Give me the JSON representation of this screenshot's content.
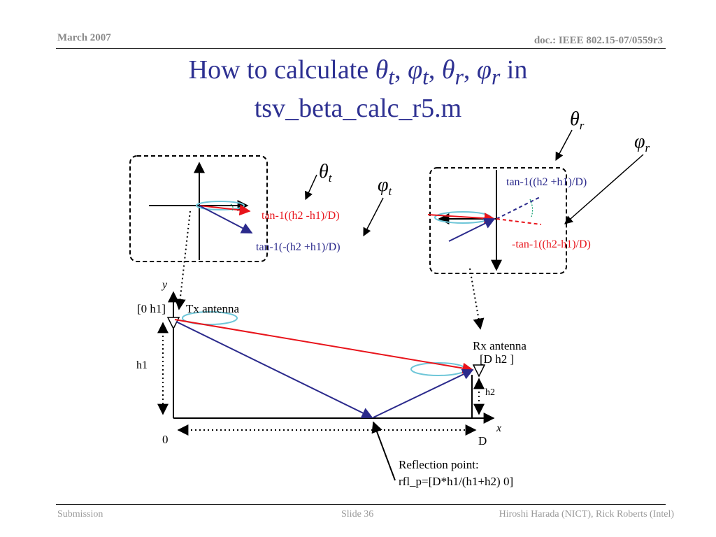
{
  "header": {
    "date": "March 2007",
    "doc_id": "doc.: IEEE 802.15-07/0559r3"
  },
  "title": {
    "prefix": "How to calculate ",
    "line2": "tsv_beta_calc_r5.m",
    "suffix": " in"
  },
  "symbols": {
    "theta": "θ",
    "phi": "φ",
    "t": "t",
    "r": "r"
  },
  "diagram": {
    "tx_formula_red": "tan-1((h2 -h1)/D)",
    "tx_formula_blue": "tan-1(-(h2 +h1)/D)",
    "rx_formula_blue": "tan-1((h2 +h1)/D)",
    "rx_formula_red": "-tan-1((h2-h1)/D)",
    "y_axis": "y",
    "x_axis": "x",
    "tx_point": "[0 h1]",
    "tx_label": "Tx antenna",
    "rx_label": "Rx antenna",
    "rx_point": "[D h2 ]",
    "h1_label": "h1",
    "h2_label": "h2",
    "origin_label": "0",
    "d_label": "D",
    "reflection_title": "Reflection point:",
    "reflection_formula": "rfl_p=[D*h1/(h1+h2) 0]"
  },
  "footer": {
    "left": "Submission",
    "center": "Slide 36",
    "right": "Hiroshi Harada (NICT), Rick Roberts (Intel)"
  },
  "colors": {
    "title": "#2e3192",
    "red": "#e8141b",
    "blue": "#2b2a8c",
    "cyan": "#6ec6d8",
    "green": "#009966"
  }
}
